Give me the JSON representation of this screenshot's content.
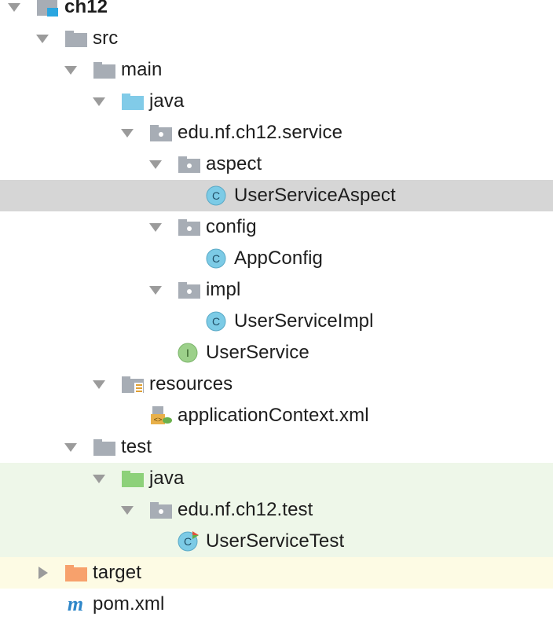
{
  "tree": {
    "root": {
      "label": "ch12"
    },
    "src": {
      "label": "src"
    },
    "main": {
      "label": "main"
    },
    "main_java": {
      "label": "java"
    },
    "service_pkg": {
      "label": "edu.nf.ch12.service"
    },
    "aspect_pkg": {
      "label": "aspect"
    },
    "aspect_class": {
      "label": "UserServiceAspect",
      "icon_letter": "C"
    },
    "config_pkg": {
      "label": "config"
    },
    "config_class": {
      "label": "AppConfig",
      "icon_letter": "C"
    },
    "impl_pkg": {
      "label": "impl"
    },
    "impl_class": {
      "label": "UserServiceImpl",
      "icon_letter": "C"
    },
    "service_iface": {
      "label": "UserService",
      "icon_letter": "I"
    },
    "resources": {
      "label": "resources"
    },
    "app_context": {
      "label": "applicationContext.xml"
    },
    "test": {
      "label": "test"
    },
    "test_java": {
      "label": "java"
    },
    "test_pkg": {
      "label": "edu.nf.ch12.test"
    },
    "test_class": {
      "label": "UserServiceTest",
      "icon_letter": "C"
    },
    "target": {
      "label": "target"
    },
    "pom": {
      "label": "pom.xml",
      "icon_letter": "m"
    }
  },
  "colors": {
    "selected_row": "#d6d6d6",
    "test_rows": "#eef7e9",
    "excluded_row": "#fdfbe4",
    "folder_gray": "#a7adb5",
    "source_folder_blue": "#81cbe8",
    "test_folder_green": "#8dd17a",
    "excluded_folder_orange": "#f7a16c",
    "class_icon": "#7ccbe6",
    "interface_icon": "#9cd08a",
    "maven_blue": "#2f87c9"
  }
}
